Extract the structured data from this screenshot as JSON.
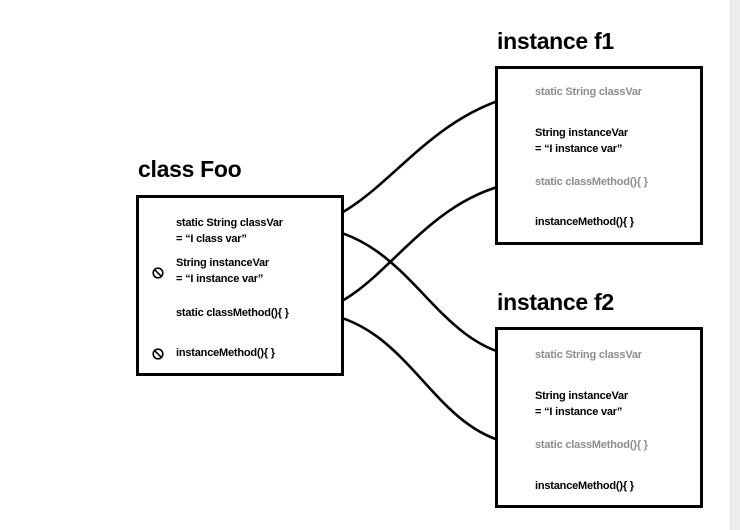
{
  "class_foo": {
    "title": "class Foo",
    "class_var_line1": "static String classVar",
    "class_var_line2": "= “I class var”",
    "instance_var_line1": "String instanceVar",
    "instance_var_line2": "= “I instance var”",
    "class_method": "static classMethod(){    }",
    "instance_method": "instanceMethod(){    }"
  },
  "instance_f1": {
    "title": "instance f1",
    "class_var": "static String classVar",
    "instance_var_line1": "String instanceVar",
    "instance_var_line2": "= “I instance var”",
    "class_method": "static classMethod(){    }",
    "instance_method": "instanceMethod(){    }"
  },
  "instance_f2": {
    "title": "instance f2",
    "class_var": "static String classVar",
    "instance_var_line1": "String instanceVar",
    "instance_var_line2": "= “I instance var”",
    "class_method": "static classMethod(){    }",
    "instance_method": "instanceMethod(){    }"
  },
  "colors": {
    "ink": "#000000",
    "muted_text": "#8d8d8d",
    "background": "#ffffff"
  },
  "icons": {
    "not_available": "prohibited-icon",
    "reference_arrow": "arrow-icon",
    "reference_dot": "dot-icon"
  }
}
